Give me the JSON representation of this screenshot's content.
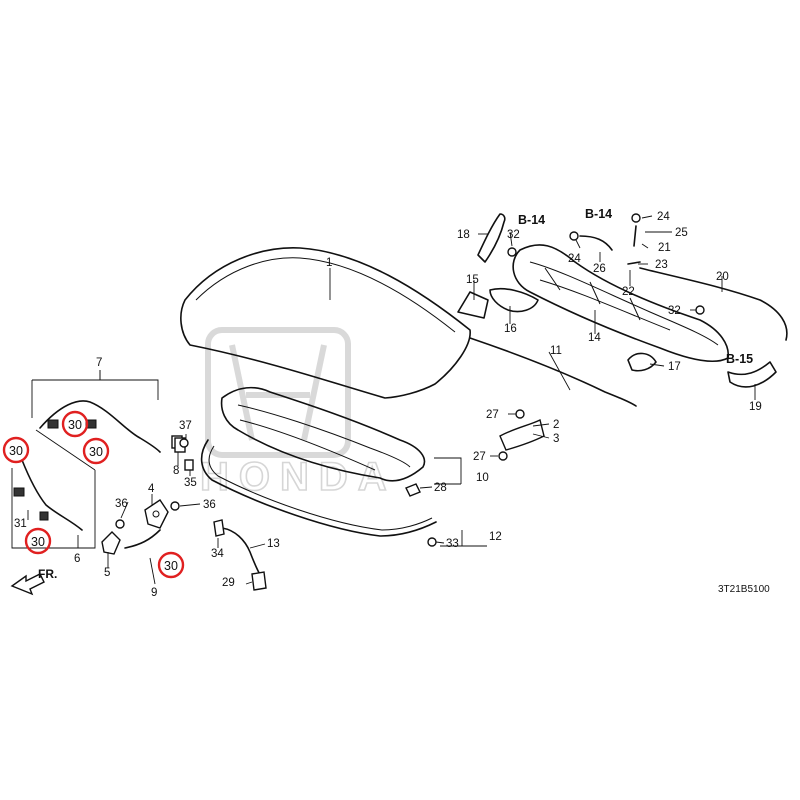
{
  "diagram": {
    "code": "3T21B5100",
    "direction": "FR.",
    "watermark": "HONDA",
    "highlight_color": "#e02020",
    "callouts": {
      "c1": "1",
      "c2": "2",
      "c3": "3",
      "c4": "4",
      "c5": "5",
      "c6": "6",
      "c7": "7",
      "c8": "8",
      "c9": "9",
      "c10": "10",
      "c11": "11",
      "c12": "12",
      "c13": "13",
      "c14": "14",
      "c15": "15",
      "c16": "16",
      "c17": "17",
      "c18": "18",
      "c19": "19",
      "c20": "20",
      "c21": "21",
      "c22": "22",
      "c23": "23",
      "c24a": "24",
      "c24b": "24",
      "c25": "25",
      "c26": "26",
      "c27a": "27",
      "c27b": "27",
      "c28": "28",
      "c29": "29",
      "c31": "31",
      "c32a": "32",
      "c32b": "32",
      "c33": "33",
      "c34": "34",
      "c35": "35",
      "c36a": "36",
      "c36b": "36",
      "c37": "37"
    },
    "highlighted": {
      "h1": "30",
      "h2": "30",
      "h3": "30",
      "h4": "30",
      "h5": "30"
    },
    "refs": {
      "b14a": "B-14",
      "b14b": "B-14",
      "b15": "B-15"
    }
  }
}
